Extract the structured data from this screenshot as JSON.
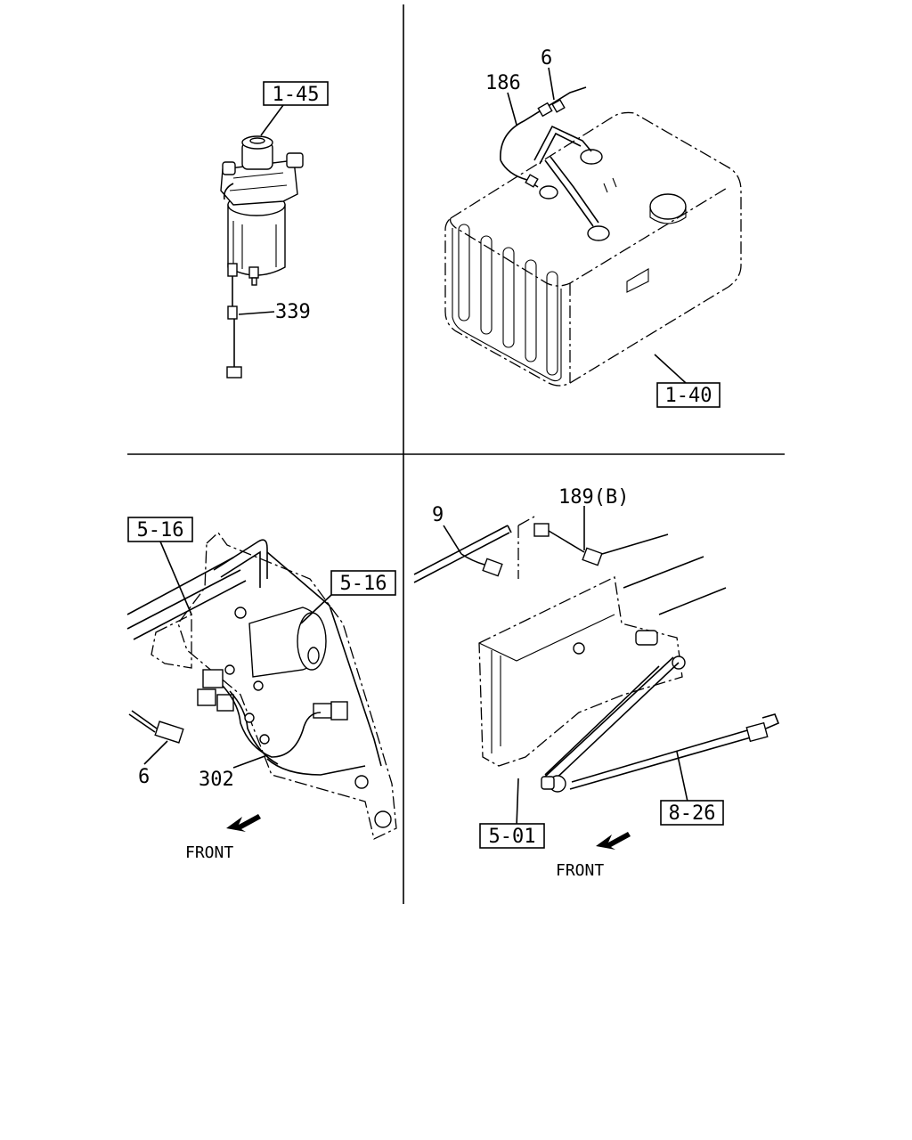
{
  "callouts": {
    "q1_filter": "1-45",
    "q1_harness": "339",
    "q2_tank": "1-40",
    "q2_pipe": "186",
    "q2_clip": "6",
    "q3_frame_a": "5-16",
    "q3_frame_b": "5-16",
    "q3_clip": "6",
    "q3_harness": "302",
    "q4_wire": "9",
    "q4_harness": "189(B)",
    "q4_frame": "5-01",
    "q4_hose": "8-26"
  },
  "front_labels": {
    "q3": "FRONT",
    "q4": "FRONT"
  },
  "icons": [
    "front-arrow-icon"
  ]
}
